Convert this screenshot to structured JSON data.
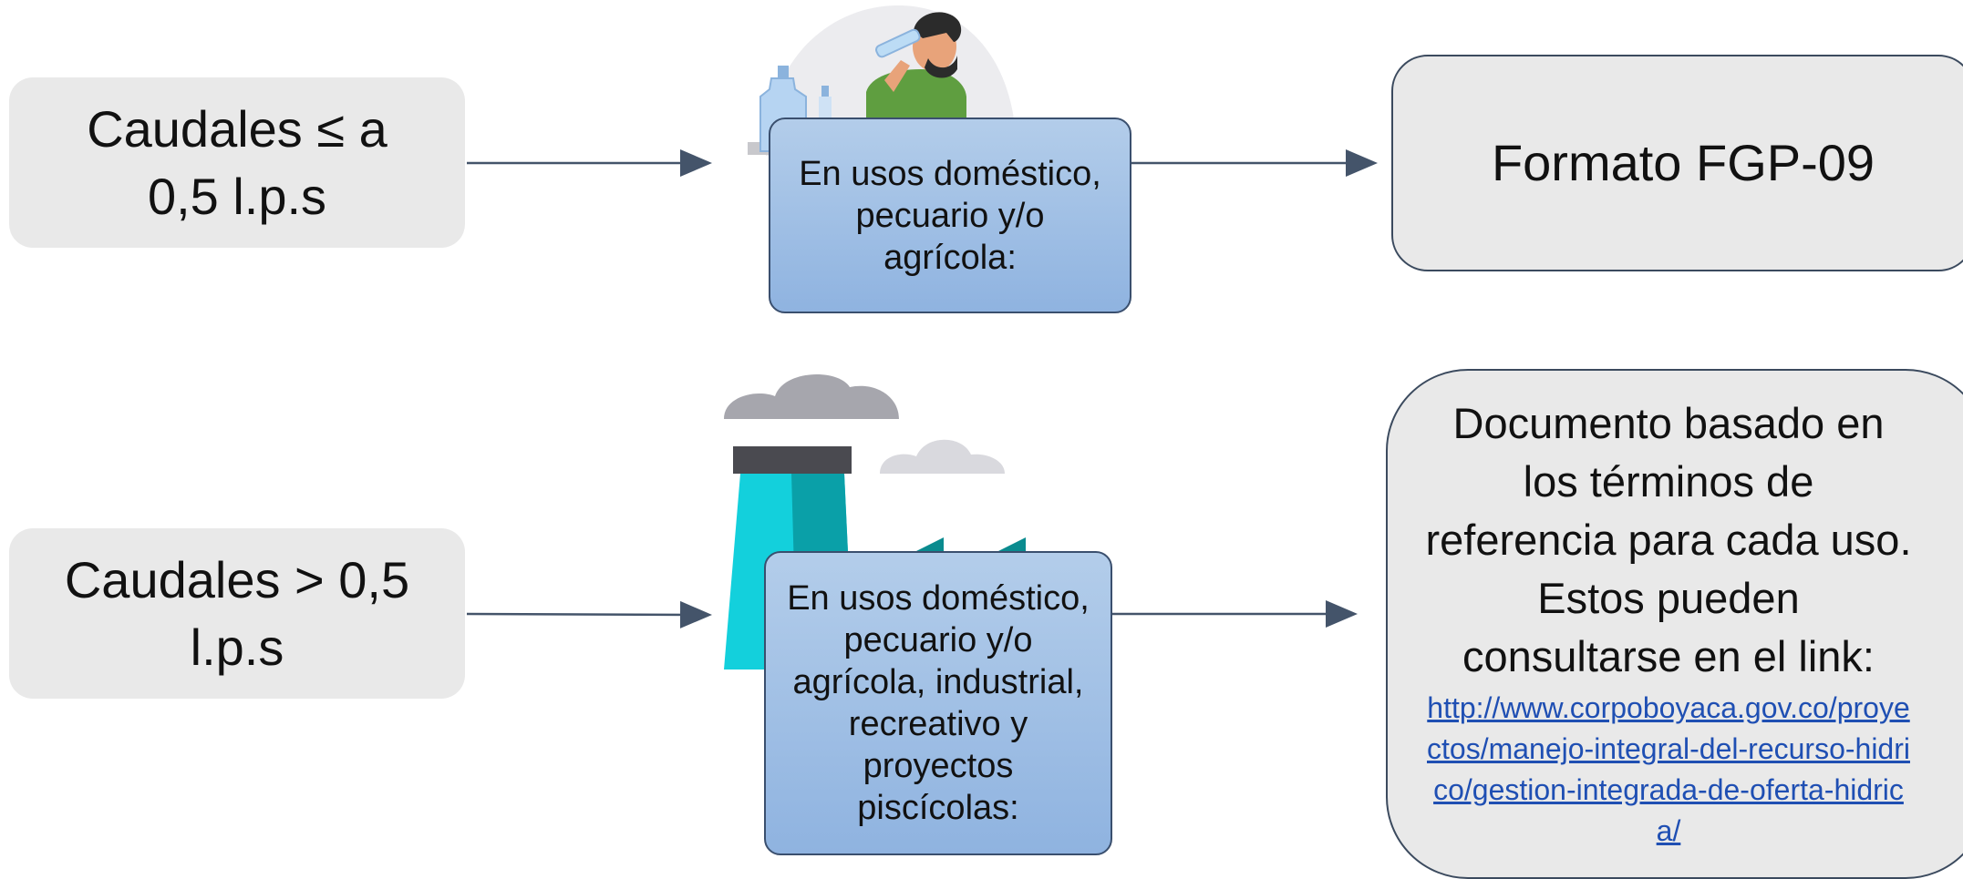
{
  "row1": {
    "left_label": "Caudales ≤  a 0,5 l.p.s",
    "middle_label": "En usos doméstico, pecuario y/o agrícola:",
    "right_label": "Formato FGP-09"
  },
  "row2": {
    "left_label": "Caudales > 0,5 l.p.s",
    "middle_label": "En usos doméstico, pecuario y/o agrícola, industrial, recreativo y proyectos piscícolas:",
    "right_label": "Documento basado en los términos de referencia para cada uso. Estos pueden consultarse en el link:",
    "right_link": "http://www.corpoboyaca.gov.co/proyectos/manejo-integral-del-recurso-hidrico/gestion-integrada-de-oferta-hidrica/"
  },
  "icons": {
    "row1_illustration": "person-drinking-water-icon",
    "row2_illustration": "factory-icon"
  },
  "colors": {
    "grey_box": "#e9e9e9",
    "blue_box_top": "#b3cdea",
    "blue_box_bottom": "#8fb3e0",
    "arrow": "#44546a",
    "link": "#1f4fb3"
  }
}
